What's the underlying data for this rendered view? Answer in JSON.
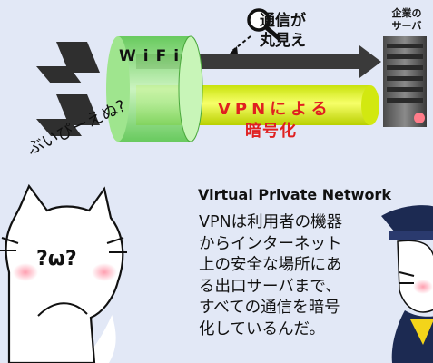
{
  "scene": {
    "callout_peek": [
      "通信が",
      "丸見え"
    ],
    "server_caption": [
      "企業の",
      "サーバ"
    ],
    "wifi_label": "WiFi",
    "vpn_label_line1": "VPNによる",
    "vpn_label_line2": "暗号化",
    "cat_thought_mark": "?ω?",
    "cat_reading": "ぶいぴーえぬ?"
  },
  "explanation": {
    "title": "Virtual Private Network",
    "lines": [
      "VPNは利用者の機器",
      "からインターネット",
      "上の安全な場所にあ",
      "る出口サーバまで、",
      "すべての通信を暗号",
      "化しているんだ。"
    ]
  },
  "colors": {
    "background_blob": "#e2e8f6",
    "tunnel_green": "#7ee06e",
    "vpn_yellow": "#e8ff3a",
    "accent_red": "#e02020",
    "arrow_dark": "#3a3a3a",
    "server_gray": "#6e6e6e",
    "officer_navy": "#1c2a52"
  },
  "icons": [
    "laptop-icon",
    "magnifier-icon",
    "server-icon",
    "cat-character",
    "officer-character"
  ]
}
